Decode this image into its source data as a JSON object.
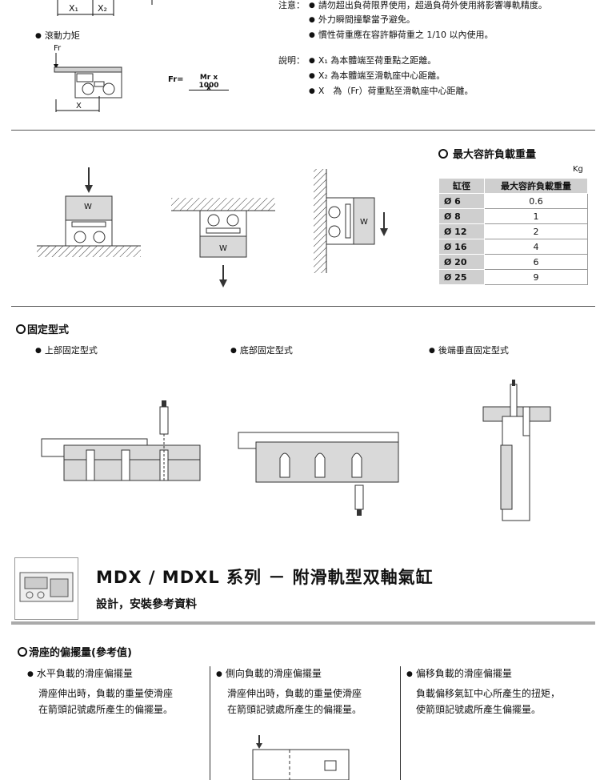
{
  "top_left": {
    "x1_label": "X₁",
    "x2_label": "X₂",
    "rolling_moment_label": "滾動力矩",
    "fr_label": "Fr",
    "x_label": "X"
  },
  "formula": {
    "lhs": "Fr=",
    "numerator": "Mr x 1000",
    "denominator": "X"
  },
  "notes": {
    "caution_label": "注意：",
    "caution_items": [
      "請勿超出負荷限界使用，超過負荷外使用將影響導軌精度。",
      "外力瞬間撞擊當予避免。",
      "慣性荷重應在容許靜荷重之 1/10 以內使用。"
    ],
    "explain_label": "說明：",
    "explain_items": [
      "X₁ 為本體端至荷重點之距離。",
      "X₂ 為本體端至滑軌座中心距離。",
      "X　為（Fr）荷重點至滑軌座中心距離。"
    ]
  },
  "load_section": {
    "title": "最大容許負載重量",
    "unit": "Kg",
    "weight_label": "W",
    "header_bore": "缸徑",
    "header_load": "最大容許負載重量",
    "rows": [
      {
        "bore": "Ø 6",
        "load": "0.6"
      },
      {
        "bore": "Ø 8",
        "load": "1"
      },
      {
        "bore": "Ø 12",
        "load": "2"
      },
      {
        "bore": "Ø 16",
        "load": "4"
      },
      {
        "bore": "Ø 20",
        "load": "6"
      },
      {
        "bore": "Ø 25",
        "load": "9"
      }
    ]
  },
  "mount_section": {
    "title": "固定型式",
    "items": [
      "上部固定型式",
      "底部固定型式",
      "後端垂直固定型式"
    ]
  },
  "banner": {
    "title": "MDX / MDXL 系列 － 附滑軌型双軸氣缸",
    "subtitle": "設計，安裝參考資料"
  },
  "deflection": {
    "title": "滑座的偏擺量(參考值)",
    "columns": [
      {
        "heading": "水平負載的滑座偏擺量",
        "text1": "滑座伸出時，負載的重量使滑座",
        "text2": "在箭頭記號處所產生的偏擺量。"
      },
      {
        "heading": "側向負載的滑座偏擺量",
        "text1": "滑座伸出時，負載的重量使滑座",
        "text2": "在箭頭記號處所產生的偏擺量。"
      },
      {
        "heading": "偏移負載的滑座偏擺量",
        "text1": "負載偏移氣缸中心所產生的扭矩，",
        "text2": "使箭頭記號處所產生偏擺量。"
      }
    ]
  },
  "colors": {
    "table_header_bg": "#cfcfcf",
    "rule": "#555555",
    "diagram_fill": "#d9d9d9"
  }
}
